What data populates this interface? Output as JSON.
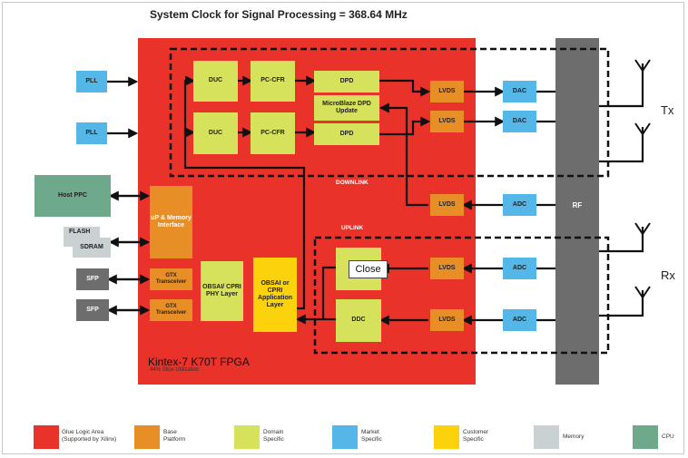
{
  "title": "System Clock for Signal Processing = 368.64 MHz",
  "fpga": {
    "name": "Kintex-7 K70T FPGA",
    "utilization": "44% Slice Utilization"
  },
  "downlink_label": "DOWNLINK",
  "uplink_label": "UPLINK",
  "blocks": {
    "pll1": "PLL",
    "pll2": "PLL",
    "host_ppc": "Host PPC",
    "flash": "FLASH",
    "sdram": "SDRAM",
    "sfp1": "SFP",
    "sfp2": "SFP",
    "duc1": "DUC",
    "duc2": "DUC",
    "pccfr1": "PC-CFR",
    "pccfr2": "PC-CFR",
    "dpd1": "DPD",
    "dpd2": "DPD",
    "microblaze": "MicroBlaze DPD Update",
    "lvds_dac1": "LVDS",
    "lvds_dac2": "LVDS",
    "lvds_adc1": "LVDS",
    "lvds_adc2": "LVDS",
    "lvds_adc3": "LVDS",
    "dac1": "DAC",
    "dac2": "DAC",
    "adc1": "ADC",
    "adc2": "ADC",
    "adc3": "ADC",
    "up_mem": "uP & Memory Interface",
    "gtx1": "GTX Transceiver",
    "gtx2": "GTX Transceiver",
    "obsai_phy": "OBSAI/ CPRI PHY Layer",
    "obsai_app": "OBSAI or CPRI Application Layer",
    "ddc1": "",
    "ddc2": "DDC",
    "rf": "RF"
  },
  "tx_label": "Tx",
  "rx_label": "Rx",
  "tooltip": "Close",
  "legend": [
    {
      "label": "Glue Logic Area (Supported by Xilinx)",
      "color": "#e8322a"
    },
    {
      "label": "Base Platform",
      "color": "#e88e27"
    },
    {
      "label": "Domain Specific",
      "color": "#d6e15c"
    },
    {
      "label": "Market Specific",
      "color": "#55b6e8"
    },
    {
      "label": "Customer Specific",
      "color": "#fcd20d"
    },
    {
      "label": "Memory",
      "color": "#c9d1d3"
    },
    {
      "label": "CPU",
      "color": "#6ea98c"
    }
  ]
}
